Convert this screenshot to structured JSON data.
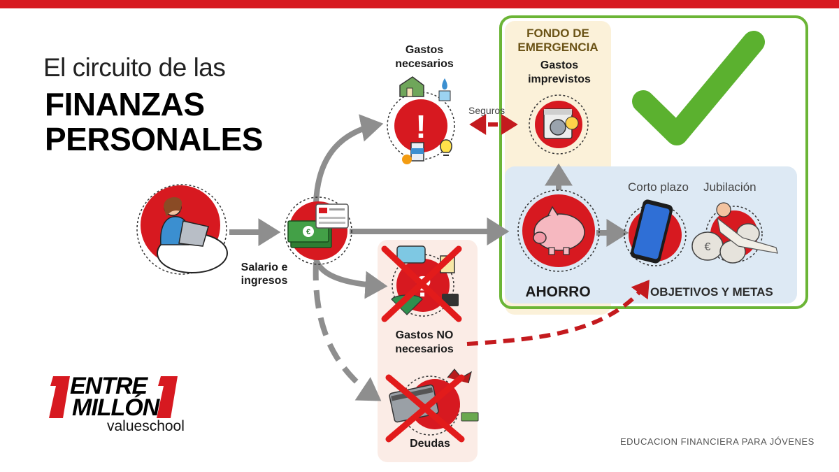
{
  "title": {
    "line1": "El circuito de las",
    "line2": "FINANZAS",
    "line3": "PERSONALES"
  },
  "nodes": {
    "salario": "Salario e ingresos",
    "gastos_necesarios": "Gastos necesarios",
    "seguros": "Seguros",
    "fondo_emergencia": "FONDO DE EMERGENCIA",
    "gastos_imprevistos": "Gastos imprevistos",
    "ahorro": "AHORRO",
    "corto_plazo": "Corto plazo",
    "jubilacion": "Jubilación",
    "objetivos": "OBJETIVOS Y METAS",
    "gastos_no_necesarios": "Gastos NO necesarios",
    "deudas": "Deudas"
  },
  "logo": {
    "line1": "ENTRE",
    "line2": "MILLÓN",
    "brand": "valueschool"
  },
  "footer": "EDUCACION FINANCIERA PARA JÓVENES",
  "colors": {
    "brand_red": "#d71920",
    "arrow_gray": "#8e8e8e",
    "dashed_red": "#c41a1e",
    "check_green": "#5bb12f",
    "box_green": "#6bb536",
    "emergency_bg": "#fbf1d9",
    "goals_bg": "#dde9f4",
    "nonessential_bg": "#fbece6"
  }
}
